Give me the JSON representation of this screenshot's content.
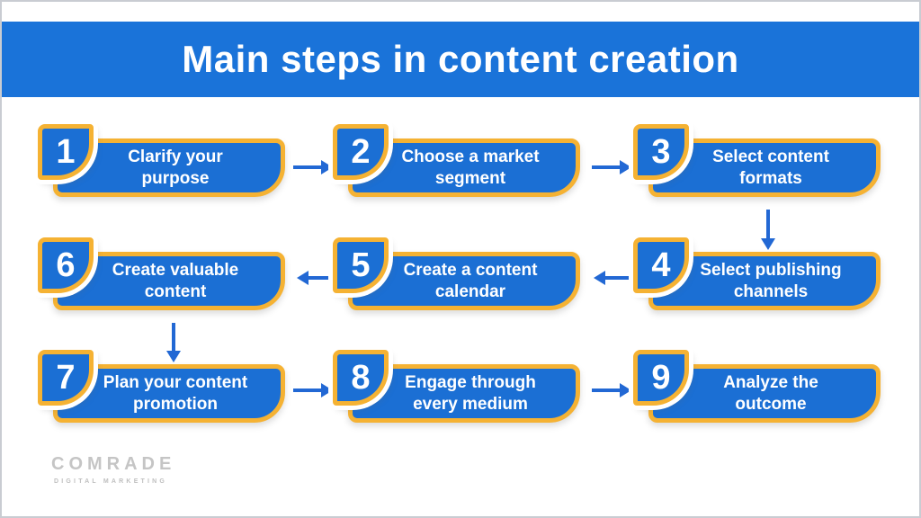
{
  "header": {
    "title": "Main steps in content creation"
  },
  "steps": [
    {
      "number": "1",
      "label": "Clarify your\npurpose"
    },
    {
      "number": "2",
      "label": "Choose a market\nsegment"
    },
    {
      "number": "3",
      "label": "Select content\nformats"
    },
    {
      "number": "4",
      "label": "Select publishing\nchannels"
    },
    {
      "number": "5",
      "label": "Create a content\ncalendar"
    },
    {
      "number": "6",
      "label": "Create valuable\ncontent"
    },
    {
      "number": "7",
      "label": "Plan your content\npromotion"
    },
    {
      "number": "8",
      "label": "Engage through\nevery medium"
    },
    {
      "number": "9",
      "label": "Analyze the\noutcome"
    }
  ],
  "connections": [
    {
      "from": "1",
      "to": "2",
      "direction": "right"
    },
    {
      "from": "2",
      "to": "3",
      "direction": "right"
    },
    {
      "from": "3",
      "to": "4",
      "direction": "down"
    },
    {
      "from": "4",
      "to": "5",
      "direction": "left"
    },
    {
      "from": "5",
      "to": "6",
      "direction": "left"
    },
    {
      "from": "6",
      "to": "7",
      "direction": "down"
    },
    {
      "from": "7",
      "to": "8",
      "direction": "right"
    },
    {
      "from": "8",
      "to": "9",
      "direction": "right"
    }
  ],
  "logo": {
    "name": "COMRADE",
    "tagline": "DIGITAL MARKETING"
  },
  "colors": {
    "header_blue": "#1a73d9",
    "box_blue": "#1b6fd4",
    "border_orange": "#f5b233",
    "arrow_blue": "#2268d4",
    "logo_gray": "#c5c5c5",
    "background": "#ffffff"
  }
}
